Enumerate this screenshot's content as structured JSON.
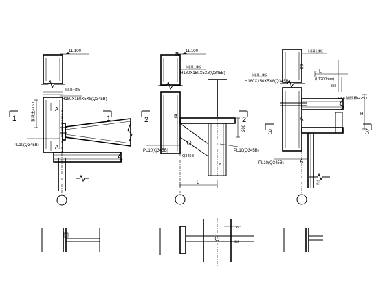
{
  "labels": {
    "elev1": "11.100",
    "elev2": "11.100",
    "note_a": "卡混凝土楼板",
    "note_b": "卡混凝土楼板",
    "note_c": "卡混凝土楼板",
    "beam_a": "H180X150X5X8(Q345B)",
    "beam_b": "H180X150X5X8(Q345B)",
    "beam_c": "H180X150X5X8(Q345B)",
    "dim_150": "混凝土+150",
    "dim_200": "200",
    "dim_L1200": "(L1200mm)",
    "dim_350": "350",
    "pl_a": "PL10(Q345B)",
    "pl_b1": "PL10(Q345B)",
    "pl_b2": "PL10(Q345B)",
    "pl_c1": "PL8 加劲板H?500",
    "pl_c2": "PL10(Q345B)",
    "q345": "Q345B",
    "sec_1": "1",
    "sec_2": "2",
    "sec_3": "3",
    "mark_a": "A",
    "mark_b": "B",
    "mark_c": "C",
    "dim_L": "L",
    "dim_H": "H",
    "dim_e": "e",
    "grid_note": "吊柱",
    "side_note": "焊缝",
    "weld_d": "6"
  }
}
